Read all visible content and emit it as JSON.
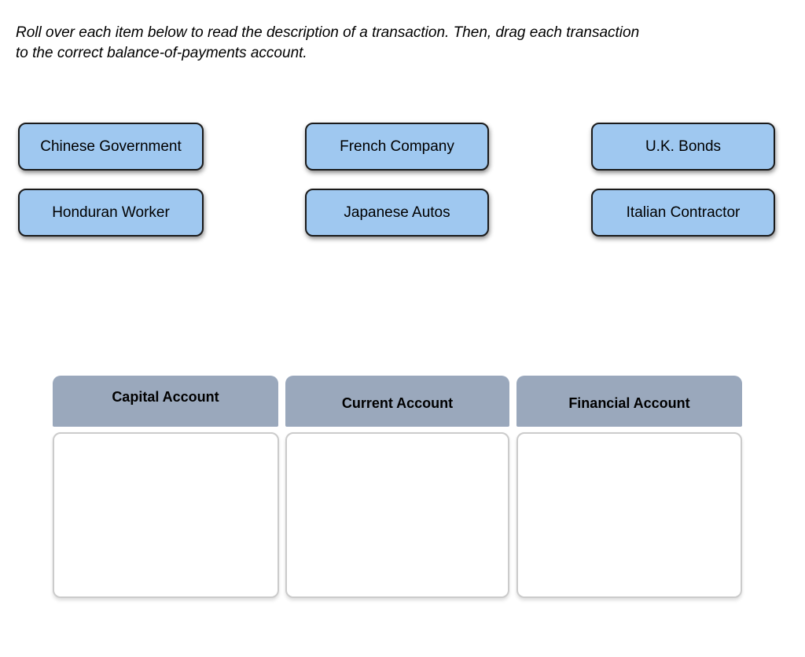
{
  "instructions": {
    "lines": [
      "Roll over each item below to read the description of a transaction. Then, drag each transaction",
      "to the correct balance-of-payments account."
    ]
  },
  "transactions": [
    {
      "label": "Chinese Government"
    },
    {
      "label": "French Company"
    },
    {
      "label": "U.K. Bonds"
    },
    {
      "label": "Honduran Worker"
    },
    {
      "label": "Japanese Autos"
    },
    {
      "label": "Italian Contractor"
    }
  ],
  "drop_zones": [
    {
      "label": "Capital Account"
    },
    {
      "label": "Current Account"
    },
    {
      "label": "Financial Account"
    }
  ],
  "colors": {
    "chip_fill": "#9FC8F0",
    "chip_border": "#1A1A1A",
    "zone_header_fill": "#9AA8BC",
    "zone_box_border": "#CBCBCB",
    "text": "#000000"
  }
}
